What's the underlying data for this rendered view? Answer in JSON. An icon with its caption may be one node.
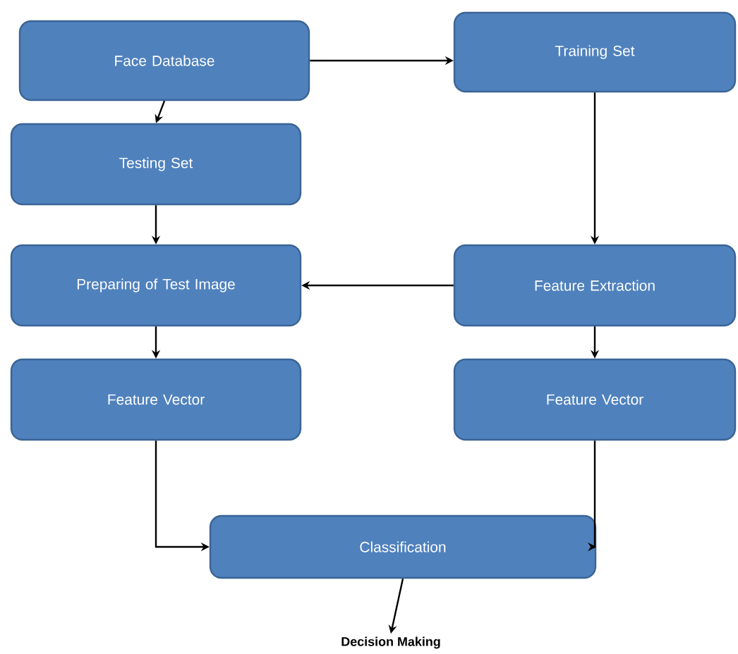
{
  "diagram": {
    "nodes": [
      {
        "text": [
          "Face Database"
        ]
      },
      {
        "text": [
          "Training Set"
        ]
      },
      {
        "text": [
          "Testing Set"
        ]
      },
      {
        "text": [
          "Preparing of Test Image"
        ]
      },
      {
        "text": [
          "Feature Extraction"
        ]
      },
      {
        "text": [
          "Feature Vector"
        ]
      },
      {
        "text": [
          "Feature Vector"
        ]
      },
      {
        "text": [
          "Classification"
        ]
      },
      {
        "text": [
          "Decision Making"
        ]
      }
    ],
    "edges": [
      {
        "from": 0,
        "to": 1,
        "arrow": "to"
      },
      {
        "from": 0,
        "to": 2,
        "arrow": "to"
      },
      {
        "from": 2,
        "to": 3,
        "arrow": "to"
      },
      {
        "from": 1,
        "to": 4,
        "arrow": "to"
      },
      {
        "from": 4,
        "to": 3,
        "arrow": "to"
      },
      {
        "from": 3,
        "to": 5,
        "arrow": "to"
      },
      {
        "from": 4,
        "to": 6,
        "arrow": "to"
      },
      {
        "from": 5,
        "to": 7,
        "arrow": "to"
      },
      {
        "from": 6,
        "to": 7,
        "arrow": "to"
      },
      {
        "from": 7,
        "to": 8,
        "arrow": "to"
      }
    ]
  }
}
